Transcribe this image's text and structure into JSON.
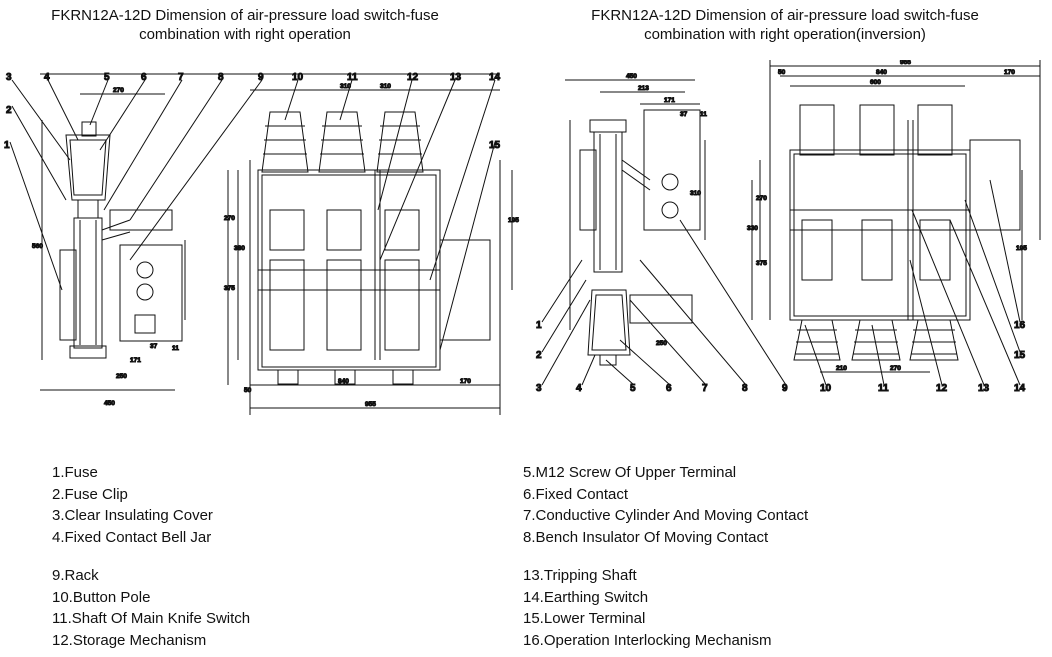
{
  "titles": {
    "left": [
      "FKRN12A-12D Dimension of air-pressure load switch-fuse",
      "combination with right operation"
    ],
    "right": [
      "FKRN12A-12D Dimension of air-pressure load switch-fuse",
      "combination with right operation(inversion)"
    ]
  },
  "drawing_left": {
    "callouts": [
      "3",
      "4",
      "5",
      "6",
      "7",
      "8",
      "9",
      "10",
      "11",
      "12",
      "13",
      "14",
      "2",
      "1",
      "15"
    ],
    "dimensions": [
      "270",
      "310",
      "840",
      "50",
      "170",
      "955",
      "450",
      "171",
      "250",
      "37",
      "11",
      "310",
      "270",
      "375",
      "560",
      "330",
      "195"
    ]
  },
  "drawing_right": {
    "callouts": [
      "1",
      "2",
      "3",
      "4",
      "5",
      "6",
      "7",
      "8",
      "9",
      "10",
      "11",
      "12",
      "13",
      "14",
      "15",
      "16"
    ],
    "dimensions": [
      "955",
      "840",
      "600",
      "170",
      "450",
      "213",
      "171",
      "37",
      "11",
      "50",
      "270",
      "375",
      "250",
      "330",
      "195",
      "310",
      "270",
      "210"
    ]
  },
  "legend": {
    "group_a": [
      "1.Fuse",
      "2.Fuse Clip",
      "3.Clear Insulating Cover",
      "4.Fixed Contact Bell Jar"
    ],
    "group_b": [
      "5.M12 Screw Of Upper Terminal",
      "6.Fixed Contact",
      "7.Conductive Cylinder And Moving Contact",
      "8.Bench Insulator Of Moving Contact"
    ],
    "group_c": [
      "9.Rack",
      "10.Button Pole",
      "11.Shaft Of Main Knife Switch",
      "12.Storage Mechanism"
    ],
    "group_d": [
      "13.Tripping Shaft",
      "14.Earthing Switch",
      "15.Lower Terminal",
      "16.Operation Interlocking Mechanism"
    ]
  }
}
